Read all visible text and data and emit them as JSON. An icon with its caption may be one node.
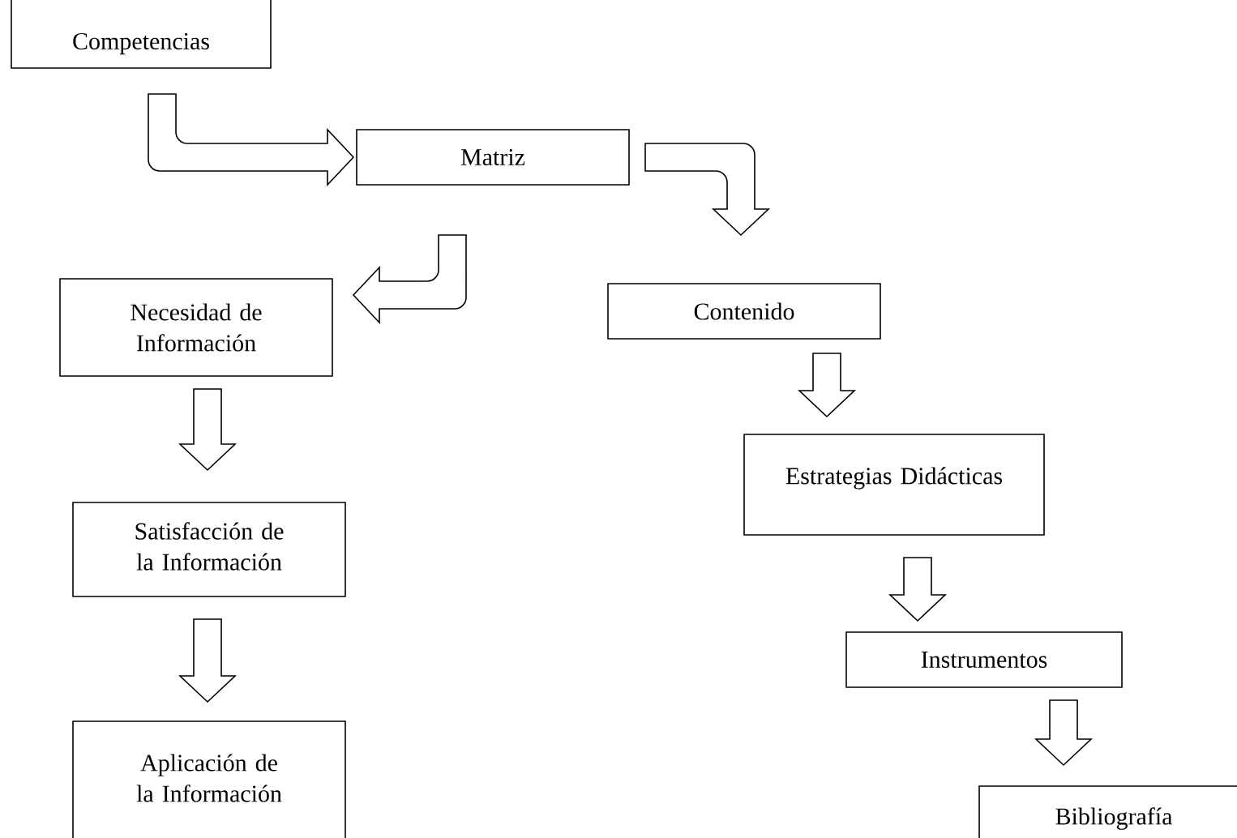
{
  "diagram": {
    "nodes": [
      {
        "text": [
          "Competencias"
        ]
      },
      {
        "text": [
          "Matriz"
        ]
      },
      {
        "text": [
          "Necesidad de Información"
        ]
      },
      {
        "text": [
          "Contenido"
        ]
      },
      {
        "text": [
          "Estrategias Didácticas"
        ]
      },
      {
        "text": [
          "Satisfacción de la Información"
        ]
      },
      {
        "text": [
          "Instrumentos"
        ]
      },
      {
        "text": [
          "Aplicación de la Información"
        ]
      },
      {
        "text": [
          "Bibliografía"
        ]
      }
    ],
    "edges": [
      {
        "from": 0,
        "to": 1,
        "arrow": "to"
      },
      {
        "from": 1,
        "to": 3,
        "arrow": "to"
      },
      {
        "from": 1,
        "to": 2,
        "arrow": "to"
      },
      {
        "from": 2,
        "to": 5,
        "arrow": "to"
      },
      {
        "from": 5,
        "to": 7,
        "arrow": "to"
      },
      {
        "from": 3,
        "to": 4,
        "arrow": "to"
      },
      {
        "from": 4,
        "to": 6,
        "arrow": "to"
      },
      {
        "from": 6,
        "to": 8,
        "arrow": "to"
      }
    ]
  }
}
